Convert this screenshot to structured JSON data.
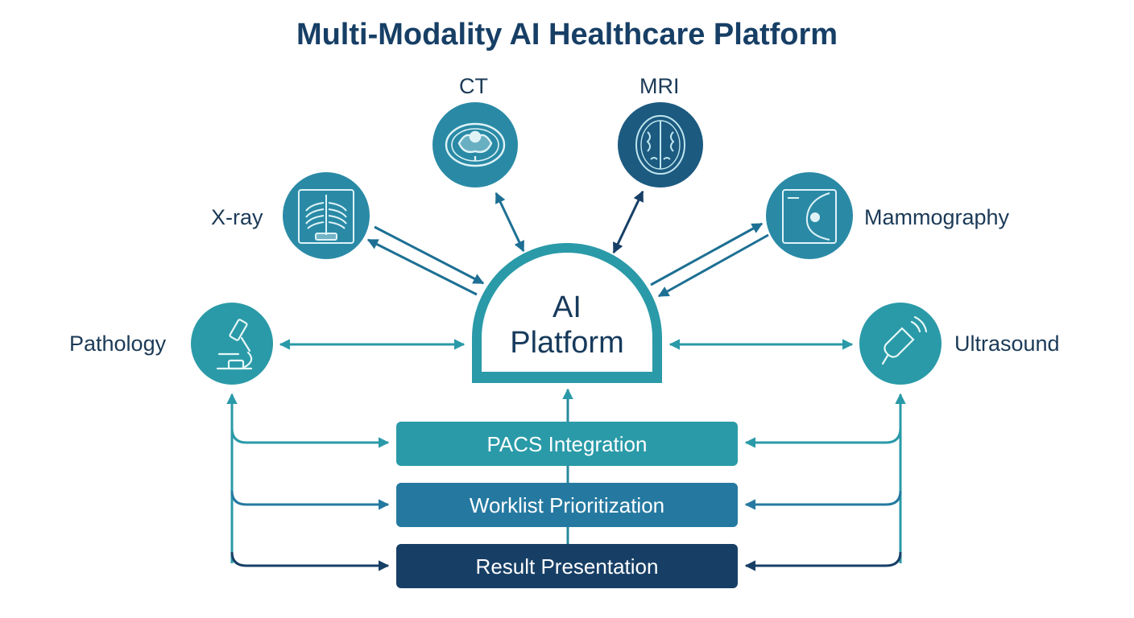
{
  "title": "Multi-Modality AI Healthcare Platform",
  "core": {
    "line1": "AI",
    "line2": "Platform"
  },
  "modalities": {
    "ct": {
      "label": "CT",
      "icon": "ct-scan-icon"
    },
    "mri": {
      "label": "MRI",
      "icon": "brain-mri-icon"
    },
    "xray": {
      "label": "X-ray",
      "icon": "chest-xray-icon"
    },
    "mammography": {
      "label": "Mammography",
      "icon": "mammography-icon"
    },
    "pathology": {
      "label": "Pathology",
      "icon": "microscope-icon"
    },
    "ultrasound": {
      "label": "Ultrasound",
      "icon": "ultrasound-probe-icon"
    }
  },
  "layers": {
    "pacs": "PACS Integration",
    "worklist": "Worklist Prioritization",
    "result": "Result Presentation"
  },
  "colors": {
    "title": "#173f66",
    "teal": "#2a9aa8",
    "mid_blue": "#2579a0",
    "navy": "#1a4d74",
    "dark_navy": "#173f66"
  }
}
